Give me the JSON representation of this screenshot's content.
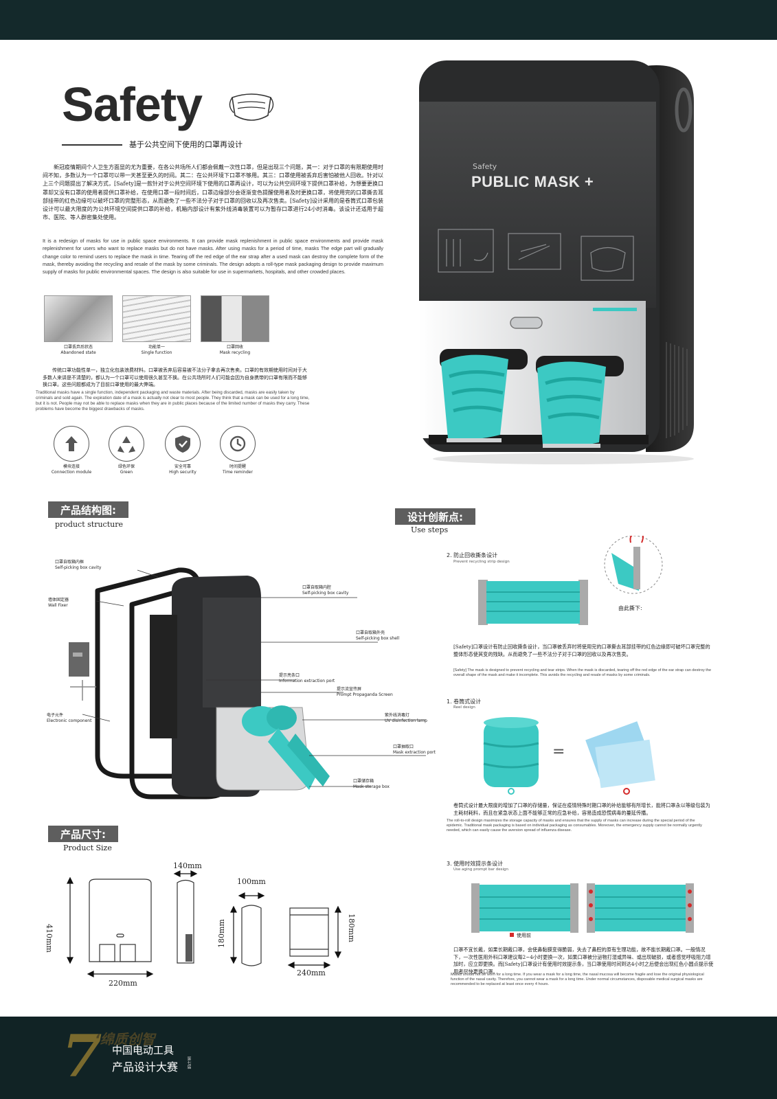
{
  "header": {
    "title": "Safety",
    "subtitle": "基于公共空间下使用的口罩再设计"
  },
  "intro": {
    "cn": "新冠疫情期间个人卫生方面显的尤为重要，在各公共场所人们都会佩戴一次性口罩，但是出现三个问题，其一：对于口罩的有限期使用时间不知，多数认为一个口罩可以带一天甚至更久的时间。其二：在公共环境下口罩不够用。其三：口罩使用被丢弃后害怕被他人回收。针对以上三个问题提出了解决方式，[Safety]是一款针对于公共空间环境下使用的口罩再设计，可以为公共空间环境下提供口罩补给，为想要更换口罩却又没有口罩的使用者提供口罩补给，在使用口罩一段时间后，口罩边缘部分会逐渐变色提醒使用者及时更换口罩，将使用完的口罩撕去耳部挂带的红色边缘可以破坏口罩的完整形态，从而避免了一些不法分子对于口罩的回收以及再次售卖。[Safety]设计采用的是卷筒式口罩包装设计可以最大限度的为公共环境空间提供口罩的补给，机箱内部设计有紫外线消毒装置可以为暂存口罩进行24小时消毒。该设计还适用于超市、医院、等人群密集处使用。",
    "en": "It is a redesign of masks for use in public space environments. It can provide mask replenishment in public space environments and provide mask replenishment for users who want to replace masks but do not have masks. After using masks for a period of time, masks The edge part will gradually change color to remind users to replace the mask in time. Tearing off the red edge of the ear strap after a used mask can destroy the complete form of the mask, thereby avoiding the recycling and resale of the mask by some criminals. The design adopts a roll-type mask packaging design to provide maximum supply of masks for public environmental spaces. The design is also suitable for use in supermarkets, hospitals, and other crowded places."
  },
  "photos": [
    {
      "cn": "口罩丢弃后状态",
      "en": "Abandoned state"
    },
    {
      "cn": "功能单一",
      "en": "Single function"
    },
    {
      "cn": "口罩回收",
      "en": "Mask recycling"
    }
  ],
  "problem": {
    "cn": "传统口罩功能性单一，独立化包装浪费材料。口罩被丢弃后容易被不法分子拿去再次售卖。口罩的有效期使用时间对于大多数人来讲是不清楚的，都认为一个口罩可以使用很久甚至不换。在公共场所时人们可能会因为自身携带的口罩有限而不能够换口罩。这些问题都成为了目前口罩使用的最大弊端。",
    "en": "Traditional masks have a single function, independent packaging and waste materials. After being discarded, masks are easily taken by criminals and sold again. The expiration date of a mask is actually not clear to most people. They think that a mask can be used for a long time, but it is not. People may not be able to replace masks when they are in public places because of the limited number of masks they carry. These problems have become the biggest drawbacks of masks."
  },
  "features": [
    {
      "icon": "recycle-arrows-icon",
      "cn": "模块连接",
      "en": "Connection module"
    },
    {
      "icon": "eco-recycle-icon",
      "cn": "绿色环保",
      "en": "Green"
    },
    {
      "icon": "shield-check-icon",
      "cn": "安全可靠",
      "en": "High security"
    },
    {
      "icon": "clock-timer-icon",
      "cn": "时间提醒",
      "en": "Time reminder"
    }
  ],
  "hero": {
    "brand": "Safety",
    "product": "PUBLIC MASK +"
  },
  "structure": {
    "label": "产品结构图:",
    "sub": "product structure",
    "callouts": [
      {
        "cn": "口罩自取箱内框",
        "en": "Self-picking box cavity"
      },
      {
        "cn": "墙体固定器",
        "en": "Wall Fixer"
      },
      {
        "cn": "电子元件",
        "en": "Electronic component"
      },
      {
        "cn": "口罩自取箱内腔",
        "en": "Self-picking box cavity"
      },
      {
        "cn": "口罩自取箱外壳",
        "en": "Self-picking box shell"
      },
      {
        "cn": "提示亮条口",
        "en": "Information extraction port"
      },
      {
        "cn": "提示流宣传屏",
        "en": "Prompt Propaganda Screen"
      },
      {
        "cn": "紫外线消毒灯",
        "en": "UV disinfection lamp"
      },
      {
        "cn": "口罩抽取口",
        "en": "Mask extraction port"
      },
      {
        "cn": "口罩储存箱",
        "en": "Mask storage box"
      }
    ]
  },
  "innovation": {
    "label": "设计创新点:",
    "sub": "Use steps",
    "step2": {
      "title": "2. 防止回收撕条设计",
      "sub": "Prevent recycling strip design",
      "tear_label": "由此撕下:",
      "cn": "[Safety]口罩设计有防止回收撕条设计，当口罩被丢弃时将使用完的口罩撕去耳部挂带的红色边缘即可破坏口罩完整的整体形态使其变的残缺。从而避免了一些不法分子对于口罩的回收以及再次售卖。",
      "en": "[Safety] The mask is designed to prevent recycling and tear strips. When the mask is discarded, tearing off the red edge of the ear strap can destroy the overall shape of the mask and make it incomplete. This avoids the recycling and resale of masks by some criminals."
    },
    "step1": {
      "title": "1. 卷筒式设计",
      "sub": "Reel design",
      "equals": "=",
      "cn": "卷筒式设计最大限度的增加了口罩的存储量，保证在疫情特殊时期口罩的补给能够有所增长，能将口罩永以等级包装为主耗材耗料，而且在紧急状态上面不能够正常的应急补给，容易造成恐慌病毒的蔓延传播。",
      "en": "The roll-to-roll design maximizes the storage capacity of masks and ensures that the supply of masks can increase during the special period of the epidemic. Traditional mask packaging is based on individual packaging as consumables. Moreover, the emergency supply cannot be normally urgently needed, which can easily cause the aversion spread of influenza disease."
    },
    "step3": {
      "title": "3. 使用时效提示条设计",
      "sub": "Use aging prompt bar design",
      "legend": "使用前",
      "cn": "口罩不宜长戴，如果长期戴口罩，会使鼻黏膜变得脆弱，失去了鼻腔的原有生理功能，故不能长期戴口罩。一般情况下，一次性医用外科口罩建议每2~4小时更换一次，如果口罩被分泌物打湿或异味、或出现破损，或者感觉呼吸阻力增加时，应立即更换。而[Safety]口罩设计有使用时效提示条，当口罩使用时间到达4小时之后便会出现红色小圆点提示使用者尽快更换口罩。",
      "en": "Masks should not be worn for a long time. If you wear a mask for a long time, the nasal mucosa will become fragile and lose the original physiological function of the nasal cavity. Therefore, you cannot wear a mask for a long time. Under normal circumstances, disposable medical surgical masks are recommended to be replaced at least once every 4 hours."
    }
  },
  "size": {
    "label": "产品尺寸:",
    "sub": "Product Size",
    "height": "410mm",
    "width": "220mm",
    "depth": "140mm",
    "roll_width": "100mm",
    "roll_height": "180mm",
    "box_height": "180mm",
    "box_width": "240mm"
  },
  "footer": {
    "number": "7",
    "tagline": "‘绵质创智",
    "line1": "中国电动工具",
    "line2": "产品设计大赛",
    "line3": "第七届"
  },
  "colors": {
    "teal": "#3cc9c3",
    "dark": "#14292b",
    "grey_label": "#5e5e5e",
    "red_marker": "#d42a2a"
  }
}
